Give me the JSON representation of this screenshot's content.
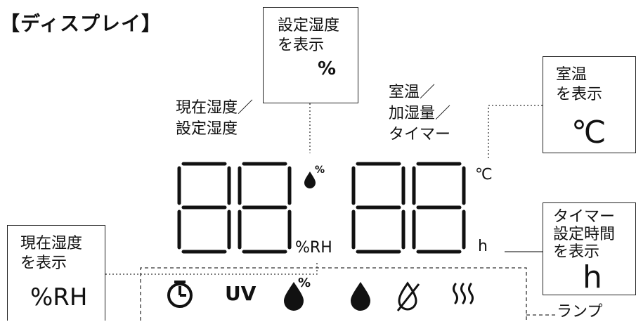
{
  "title": "【ディスプレイ】",
  "callouts": {
    "set_humidity": {
      "line1": "設定湿度",
      "line2": "を表示",
      "symbol": "%"
    },
    "room_temp": {
      "line1": "室温",
      "line2": "を表示",
      "symbol": "℃"
    },
    "timer": {
      "line1": "タイマー",
      "line2": "設定時間",
      "line3": "を表示",
      "symbol": "h"
    },
    "current_humidity": {
      "line1": "現在湿度",
      "line2": "を表示",
      "symbol": "%RH"
    },
    "lamp": {
      "label": "ランプ"
    }
  },
  "left_display_label": {
    "line1": "現在湿度／",
    "line2": "設定湿度"
  },
  "right_display_label": {
    "line1": "室温／",
    "line2": "加湿量／",
    "line3": "タイマー"
  },
  "display_units": {
    "humidity_pct": "%",
    "rh": "%RH",
    "celsius": "℃",
    "hours": "h"
  },
  "lamps": [
    "timer-icon",
    "uv-lamp",
    "humidity-setting-icon",
    "drop-icon",
    "no-humidify-icon",
    "heat-icon"
  ],
  "lamp_text": {
    "uv": "UV",
    "pct": "%"
  },
  "colors": {
    "ink": "#111111",
    "line": "#333333"
  }
}
